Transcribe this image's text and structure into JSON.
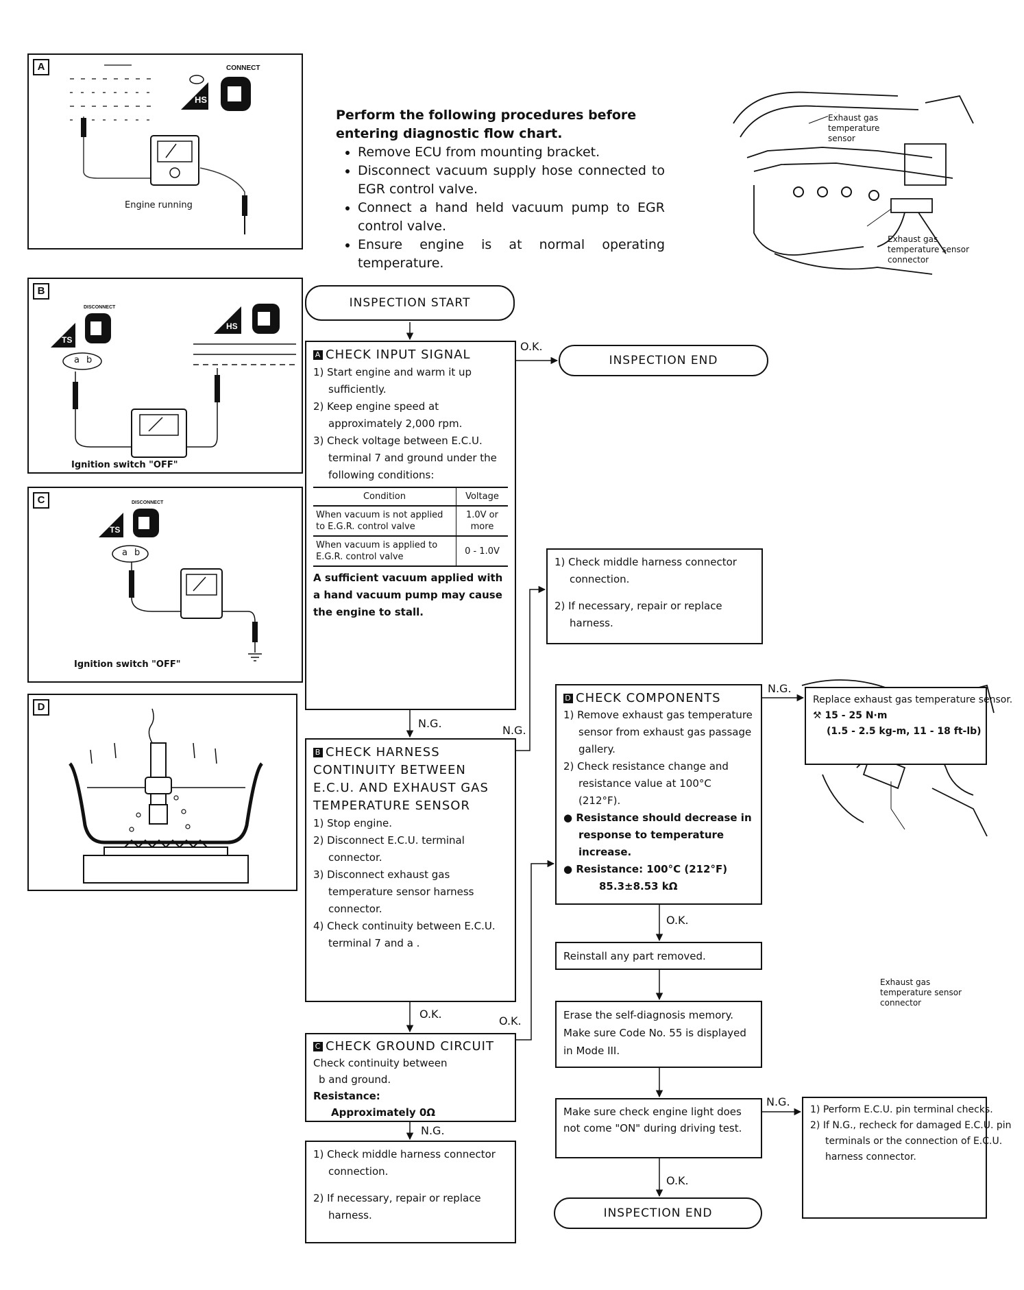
{
  "panels": {
    "a": {
      "letter": "A",
      "caption": "Engine running",
      "badge_hs": "HS",
      "badge_connect": "CONNECT"
    },
    "b": {
      "letter": "B",
      "caption": "Ignition switch \"OFF\"",
      "badge_ts": "TS",
      "badge_hs": "HS",
      "badge_disconnect": "DISCONNECT",
      "pin_a": "a",
      "pin_b": "b"
    },
    "c": {
      "letter": "C",
      "caption": "Ignition switch \"OFF\"",
      "badge_ts": "TS",
      "badge_disconnect": "DISCONNECT",
      "pin_a": "a",
      "pin_b": "b"
    },
    "d": {
      "letter": "D"
    }
  },
  "pre_procedures": {
    "heading": "Perform the following procedures before entering diagnostic flow chart.",
    "items": [
      "Remove ECU from mounting bracket.",
      "Disconnect vacuum supply hose connected to EGR control valve.",
      "Connect a hand held vacuum pump to EGR control valve.",
      "Ensure engine is at normal operating temperature."
    ]
  },
  "illustrations": {
    "top_right": {
      "label_sensor": "Exhaust gas temperature sensor",
      "label_connector": "Exhaust gas temperature sensor connector"
    },
    "mid_right": {
      "label_connector": "Exhaust gas temperature sensor connector"
    }
  },
  "flow": {
    "start": "INSPECTION START",
    "end_top": "INSPECTION END",
    "end_bottom": "INSPECTION END",
    "step_a": {
      "letter": "A",
      "title": "CHECK INPUT SIGNAL",
      "steps": [
        "1) Start engine and warm it up sufficiently.",
        "2) Keep engine speed at approximately 2,000 rpm.",
        "3) Check voltage between E.C.U. terminal 7 and ground under the following conditions:"
      ],
      "table_headers": [
        "Condition",
        "Voltage"
      ],
      "table_rows": [
        [
          "When vacuum is not applied to E.G.R. control valve",
          "1.0V or more"
        ],
        [
          "When vacuum is applied to E.G.R. control valve",
          "0 - 1.0V"
        ]
      ],
      "warning": "A sufficient vacuum applied with a hand vacuum pump may cause the engine to stall."
    },
    "step_b": {
      "letter": "B",
      "title": "CHECK HARNESS CONTINUITY BETWEEN E.C.U. AND EXHAUST GAS TEMPERATURE SENSOR",
      "steps": [
        "1) Stop engine.",
        "2) Disconnect E.C.U. terminal connector.",
        "3) Disconnect exhaust gas temperature sensor harness connector.",
        "4) Check continuity between E.C.U. terminal 7 and a ."
      ]
    },
    "step_c": {
      "letter": "C",
      "title": "CHECK GROUND CIRCUIT",
      "line1": "Check continuity between",
      "line2": "b and ground.",
      "resistance_label": "Resistance:",
      "resistance_value": "Approximately 0Ω"
    },
    "step_d": {
      "letter": "D",
      "title": "CHECK COMPONENTS",
      "steps": [
        "1) Remove exhaust gas temperature sensor from exhaust gas passage gallery.",
        "2) Check resistance change and resistance value at 100°C (212°F)."
      ],
      "bullet1": "Resistance should decrease in response to temperature increase.",
      "bullet2_label": "Resistance: 100°C (212°F)",
      "bullet2_value": "85.3±8.53 kΩ"
    },
    "harness_repair_top": {
      "line1": "1) Check middle harness connector connection.",
      "line2": "2) If necessary, repair or replace harness."
    },
    "harness_repair_bottom": {
      "line1": "1) Check middle harness connector connection.",
      "line2": "2) If necessary, repair or replace harness."
    },
    "replace_sensor": {
      "line1": "Replace exhaust gas temperature sensor.",
      "torque1": "15 - 25 N·m",
      "torque2": "(1.5 - 2.5 kg-m, 11 - 18 ft-lb)"
    },
    "reinstall": "Reinstall any part removed.",
    "erase": "Erase the self-diagnosis memory. Make sure Code No. 55 is displayed in Mode III.",
    "driving_test": "Make sure check engine light does not come \"ON\" during driving test.",
    "pin_check": {
      "line1": "1) Perform E.C.U. pin terminal checks.",
      "line2": "2) If N.G., recheck for damaged E.C.U. pin terminals or the connection of E.C.U. harness connector."
    },
    "labels": {
      "ok": "O.K.",
      "ng": "N.G."
    }
  }
}
